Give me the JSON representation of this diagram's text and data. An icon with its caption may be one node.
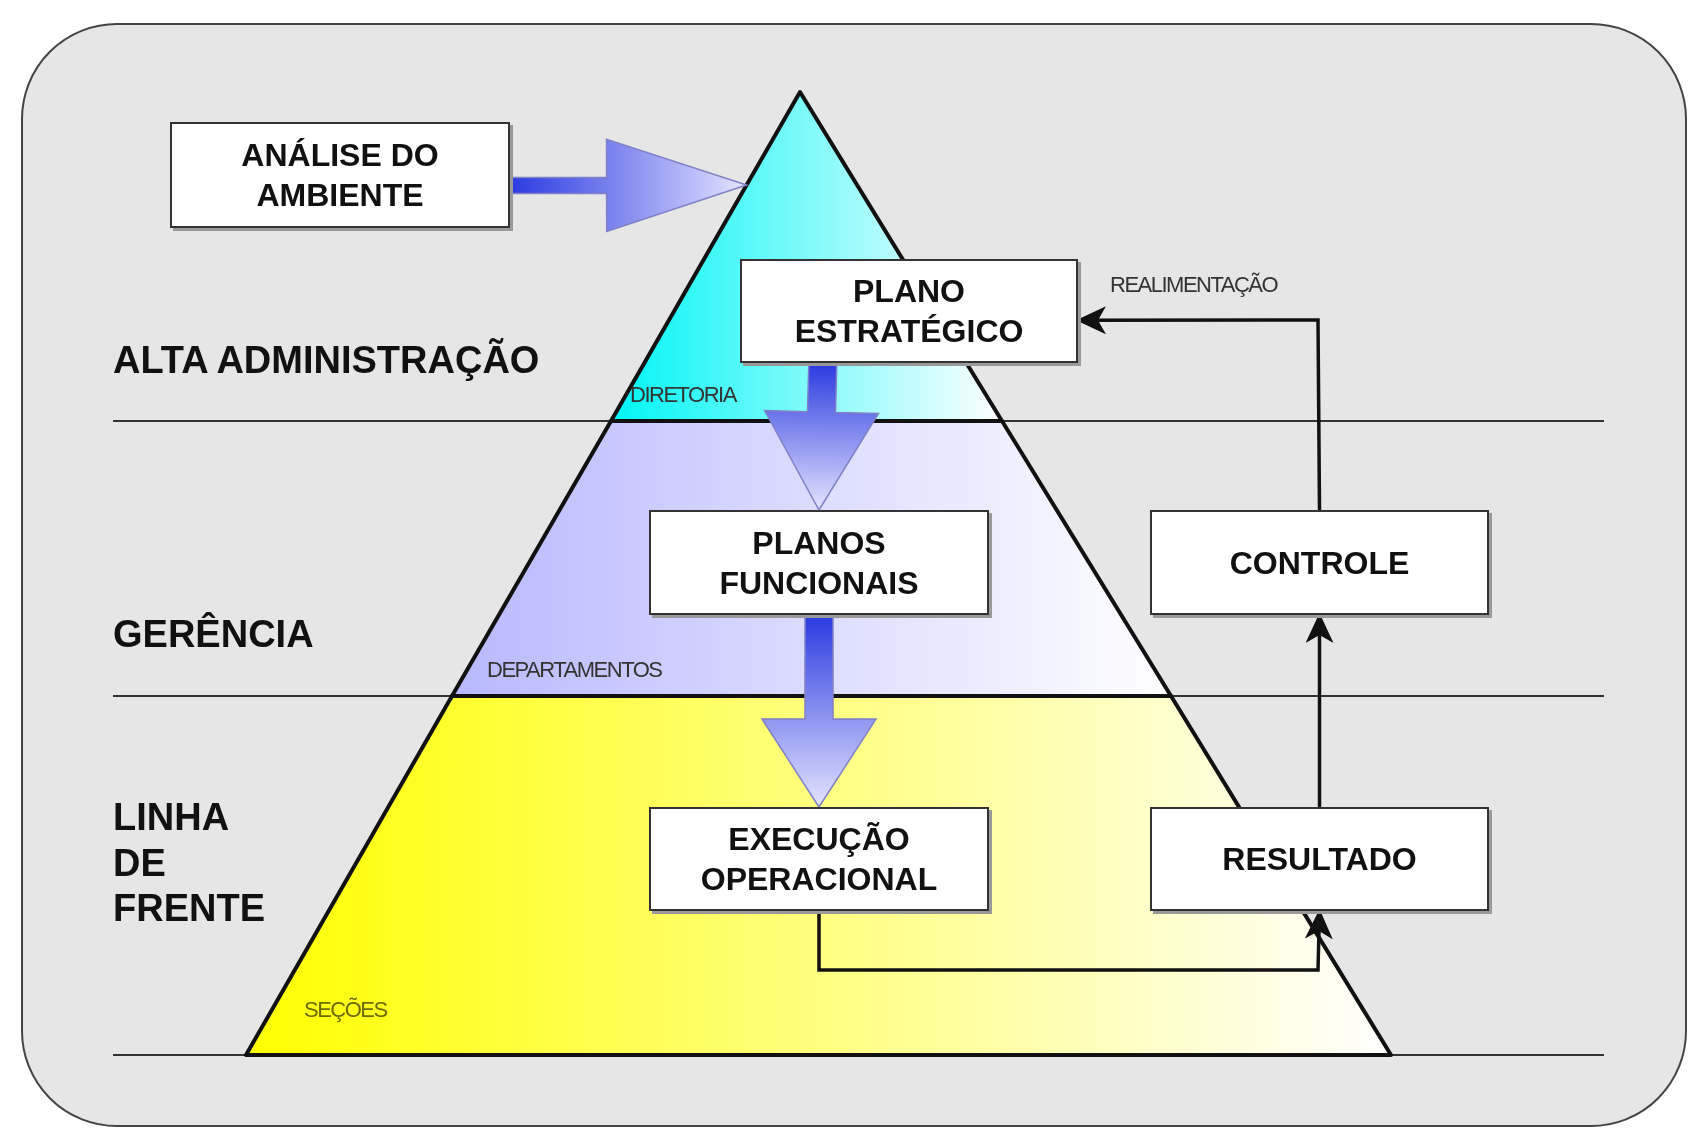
{
  "diagram": {
    "nodes": [
      {
        "text": [
          "ANÁLISE DO AMBIENTE"
        ]
      },
      {
        "text": [
          "DIRETORIA"
        ]
      },
      {
        "text": [
          "PLANO ESTRATÉGICO"
        ]
      },
      {
        "text": [
          "DEPARTAMENTOS"
        ]
      },
      {
        "text": [
          "PLANOS FUNCIONAIS"
        ],
        "in": 3
      },
      {
        "text": [
          "CONTROLE"
        ]
      },
      {
        "text": [
          "SEÇÕES"
        ]
      },
      {
        "text": [
          "EXECUÇÃO OPERACIONAL"
        ],
        "in": 6
      },
      {
        "text": [
          "RESULTADO"
        ]
      }
    ],
    "edges": [
      {
        "from": 0,
        "to": 1,
        "arrow": "to",
        "style": "thick",
        "color": "#2a3ae0"
      },
      {
        "from": 2,
        "to": 4,
        "arrow": "to",
        "style": "thick",
        "color": "#2a3ae0"
      },
      {
        "from": 4,
        "to": 7,
        "arrow": "to",
        "style": "thick",
        "color": "#2a3ae0"
      },
      {
        "from": 7,
        "to": 8,
        "arrow": "to"
      },
      {
        "from": 8,
        "to": 5,
        "arrow": "to"
      },
      {
        "from": 5,
        "to": 2,
        "arrow": "to",
        "label": "REALIMENTAÇÃO"
      }
    ],
    "labels": [
      "ALTA ADMINISTRAÇÃO",
      "GERÊNCIA",
      "LINHA DE FRENTE"
    ]
  }
}
